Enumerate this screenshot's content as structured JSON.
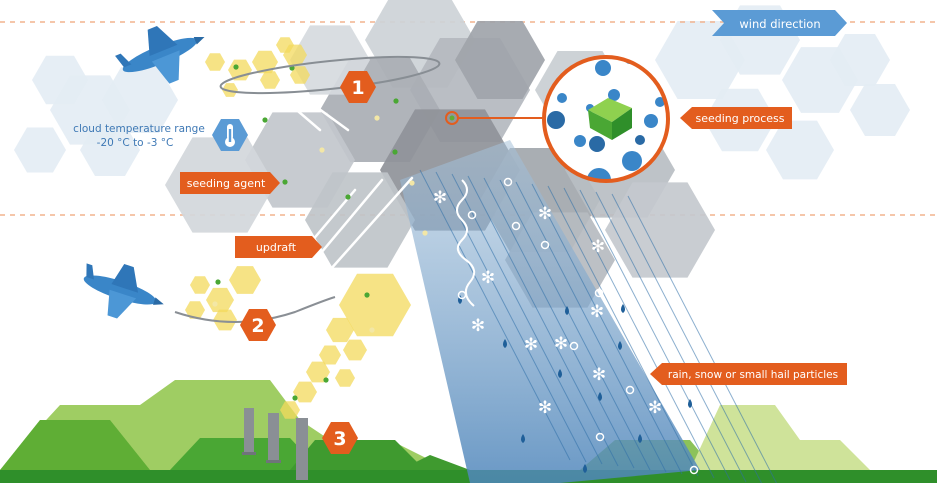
{
  "labels": {
    "wind_direction": "wind direction",
    "cloud_temperature_line1": "cloud temperature range",
    "cloud_temperature_line2": "-20 °C to -3 °C",
    "seeding_agent": "seeding agent",
    "seeding_process": "seeding process",
    "updraft": "updraft",
    "precipitation": "rain, snow or small hail particles"
  },
  "steps": [
    "1",
    "2",
    "3"
  ],
  "colors": {
    "orange": "#e35d1e",
    "blue_tag": "#5b9bd5",
    "cloud_dark": "#8f9399",
    "cloud_light": "#c8cdd2",
    "sky_hex": "#e3ecf4",
    "yellow": "#f3d95c",
    "ground_green": "#6ab23a",
    "ground_dark": "#3f9a2f",
    "rain_blue": "#7fa8cc",
    "plane": "#3a86c8"
  },
  "icons": [
    "airplane-icon",
    "thermometer-icon",
    "snowflake-icon",
    "raindrop-icon",
    "smokestack-icon"
  ]
}
